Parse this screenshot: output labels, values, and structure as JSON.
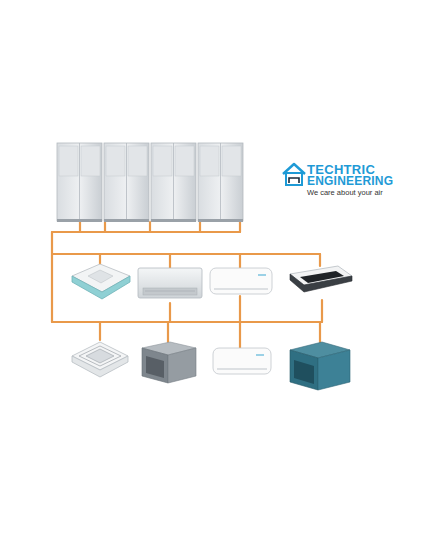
{
  "diagram": {
    "labels": [
      "TECHTRIC",
      "ENGINEERING",
      "We care about your air"
    ]
  }
}
